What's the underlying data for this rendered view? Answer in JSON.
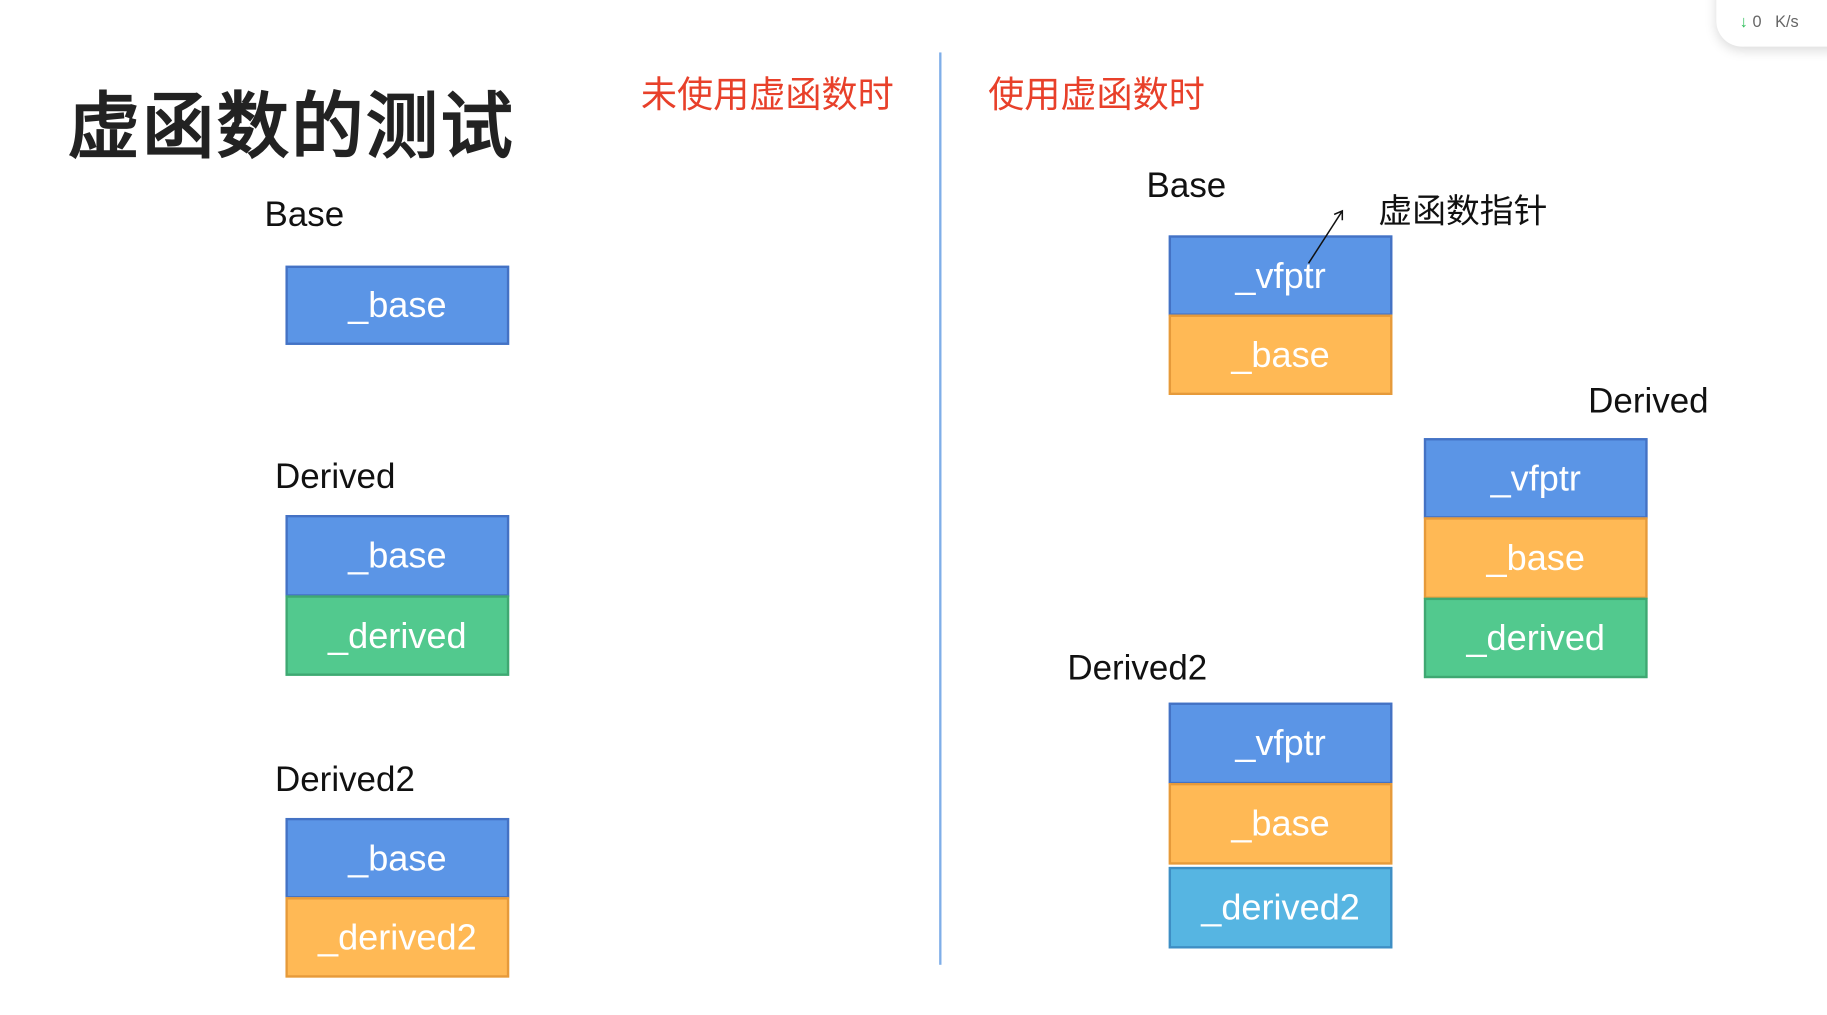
{
  "title": "虚函数的测试",
  "left_heading": "未使用虚函数时",
  "right_heading": "使用虚函数时",
  "colors": {
    "blue": "#5B95E6",
    "orange": "#FFB955",
    "green": "#52C98E",
    "light_blue": "#56B5E2",
    "heading_red": "#E8402A"
  },
  "left": {
    "base": {
      "label": "Base",
      "fields": [
        "_base"
      ]
    },
    "derived": {
      "label": "Derived",
      "fields": [
        "_base",
        "_derived"
      ]
    },
    "derived2": {
      "label": "Derived2",
      "fields": [
        "_base",
        "_derived2"
      ]
    }
  },
  "right": {
    "base": {
      "label": "Base",
      "fields": [
        "_vfptr",
        "_base"
      ]
    },
    "derived": {
      "label": "Derived",
      "fields": [
        "_vfptr",
        "_base",
        "_derived"
      ]
    },
    "derived2": {
      "label": "Derived2",
      "fields": [
        "_vfptr",
        "_base",
        "_derived2"
      ]
    },
    "annotation": "虚函数指针"
  },
  "net_widget": {
    "download_value": "0",
    "download_unit": "K/s",
    "icon": "arrow-down-icon"
  }
}
